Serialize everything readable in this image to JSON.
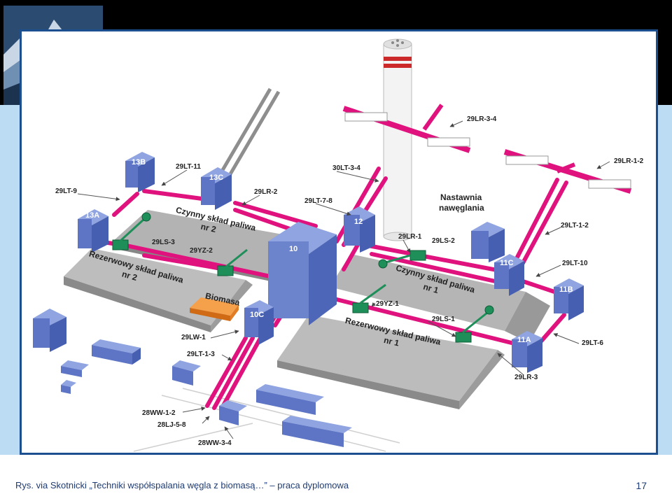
{
  "caption": "Rys. via Skotnicki „Techniki współspalania węgla z biomasą…” – praca dyplomowa",
  "page_number": "17",
  "colors": {
    "conveyor": "#e0127e",
    "building": "#6b84cc",
    "yard": "#a4a4a4",
    "biomass": "#f08a2c",
    "frame": "#1b4f8f"
  },
  "buildings": {
    "b13B": "13B",
    "b13C": "13C",
    "b13A": "13A",
    "b10": "10",
    "b12": "12",
    "b10C": "10C",
    "b11C": "11C",
    "b11B": "11B",
    "b11A": "11A"
  },
  "areas": {
    "active2_l1": "Czynny skład paliwa",
    "active2_l2": "nr 2",
    "reserve2_l1": "Rezerwowy skład paliwa",
    "reserve2_l2": "nr 2",
    "active1_l1": "Czynny skład paliwa",
    "active1_l2": "nr 1",
    "reserve1_l1": "Rezerwowy skład paliwa",
    "reserve1_l2": "nr 1",
    "biomass": "Biomasa",
    "control_l1": "Nastawnia",
    "control_l2": "nawęglania"
  },
  "labels": {
    "l29LT9": "29LT-9",
    "l29LT11": "29LT-11",
    "l29LR2": "29LR-2",
    "l30LT34": "30LT-3-4",
    "l29LT78": "29LT-7-8",
    "l29LR34": "29LR-3-4",
    "l29LR12": "29LR-1-2",
    "l29LT12": "29LT-1-2",
    "l29LR1": "29LR-1",
    "l29LS2": "29LS-2",
    "l29LT10": "29LT-10",
    "l29LS3": "29LS-3",
    "l29YZ2": "29YZ-2",
    "l29YZ1": "29YZ-1",
    "l29LS1": "29LS-1",
    "l29LT6": "29LT-6",
    "l29LR3": "29LR-3",
    "l29LW1": "29LW-1",
    "l29LT13": "29LT-1-3",
    "l28WW12": "28WW-1-2",
    "l28LJ58": "28LJ-5-8",
    "l28WW34": "28WW-3-4"
  }
}
